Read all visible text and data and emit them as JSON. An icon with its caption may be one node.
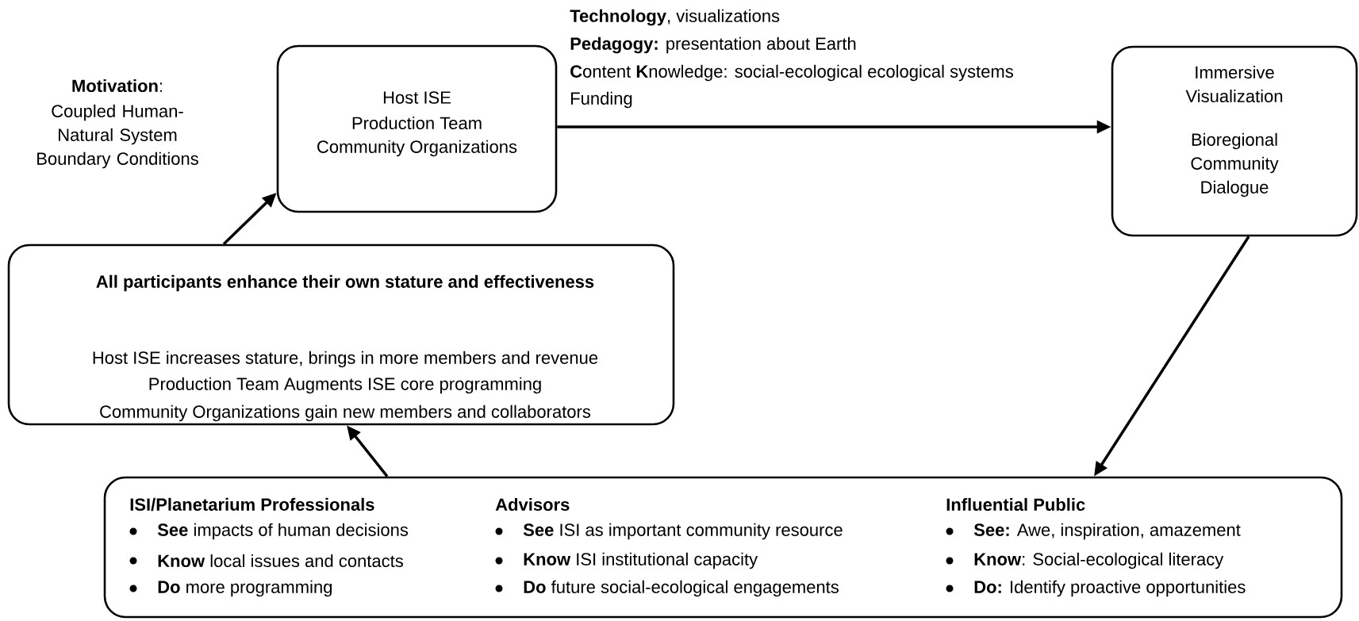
{
  "diagram": {
    "nodes": [
      {
        "text": [
          "Host ISE",
          "Production Team",
          "Community Organizations"
        ]
      },
      {
        "text": [
          "Immersive Visualization",
          "Bioregional Community Dialogue"
        ]
      },
      {
        "text": [
          "All participants enhance their own stature and effectiveness",
          "Host ISE increases stature, brings in more members and revenue",
          "Production Team Augments ISE core programming",
          "Community Organizations gain new members and collaborators"
        ]
      },
      {
        "text": [
          "ISI/Planetarium Professionals",
          "**See** impacts of human decisions",
          "**Know** local issues and contacts",
          "**Do** more programming",
          "Advisors",
          "**See** ISI as important community resource",
          "**Know** ISI institutional capacity",
          "**Do** future social-ecological engagements",
          "Influential Public",
          "**See:** Awe, inspiration, amazement",
          "**Know**: Social-ecological literacy",
          "**Do:** Identify proactive opportunities"
        ]
      }
    ],
    "edges": [
      {
        "from": 0,
        "to": 1,
        "arrow": "to"
      },
      {
        "from": 1,
        "to": 3,
        "arrow": "to"
      },
      {
        "from": 3,
        "to": 2,
        "arrow": "to"
      },
      {
        "from": 2,
        "to": 0,
        "arrow": "to"
      }
    ],
    "labels": [
      "**Motivation**:",
      "Coupled Human-Natural System Boundary Conditions",
      "**Technology**, visualizations",
      "**Pedagogy:** presentation about Earth",
      "**C**ontent **K**nowledge: social-ecological ecological systems",
      "Funding"
    ]
  }
}
